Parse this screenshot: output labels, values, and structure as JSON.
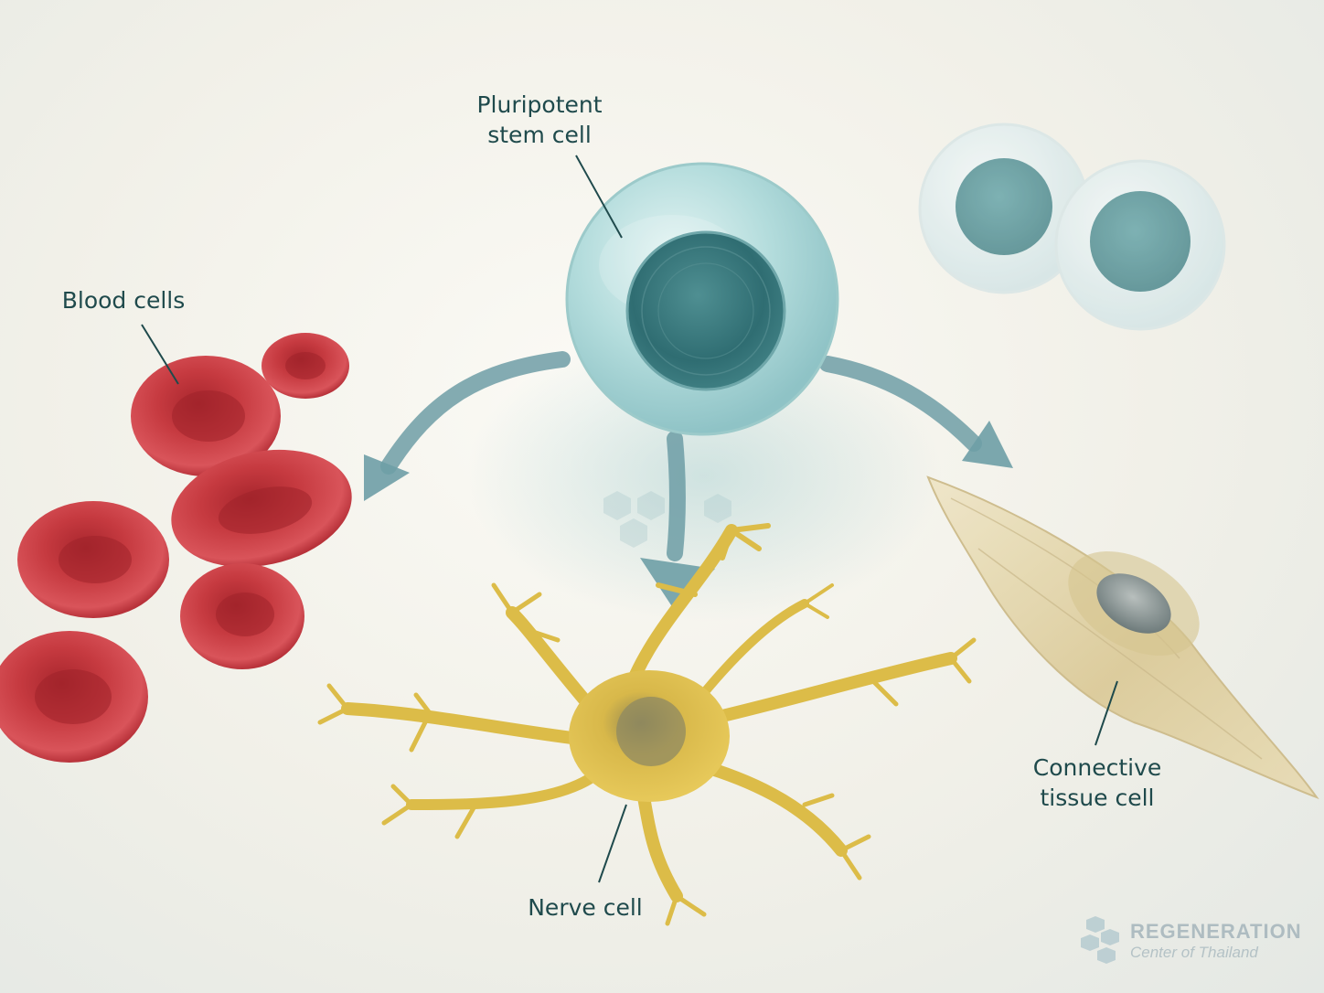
{
  "labels": {
    "stem_line1": "Pluripotent",
    "stem_line2": "stem cell",
    "blood": "Blood cells",
    "nerve": "Nerve cell",
    "connective_line1": "Connective",
    "connective_line2": "tissue cell"
  },
  "logo": {
    "line1": "REGENERATION",
    "line2": "Center of Thailand"
  },
  "colors": {
    "label_text": "#1f4a4c",
    "arrow": "#6e9ea6",
    "stem_cell": "#a9d4d6",
    "nucleus": "#2f6d72",
    "red_blood_cell": "#c8343a",
    "nerve_cell": "#d9b640",
    "connective_cell": "#e3d6b0"
  },
  "icons": [
    "hexagon-cluster-icon"
  ]
}
